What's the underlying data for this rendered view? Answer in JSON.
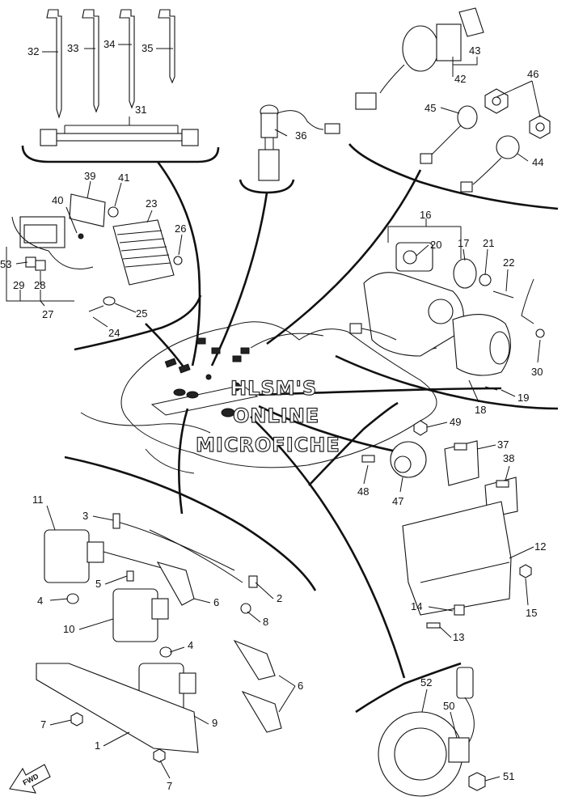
{
  "watermark": {
    "line1": "HLSM'S",
    "line2": "ONLINE",
    "line3": "MICROFICHE"
  },
  "fwd_label": "FWD",
  "callouts": [
    {
      "id": "c32",
      "text": "32"
    },
    {
      "id": "c33",
      "text": "33"
    },
    {
      "id": "c34",
      "text": "34"
    },
    {
      "id": "c35",
      "text": "35"
    },
    {
      "id": "c31",
      "text": "31"
    },
    {
      "id": "c36",
      "text": "36"
    },
    {
      "id": "c43",
      "text": "43"
    },
    {
      "id": "c42",
      "text": "42"
    },
    {
      "id": "c46",
      "text": "46"
    },
    {
      "id": "c45",
      "text": "45"
    },
    {
      "id": "c44",
      "text": "44"
    },
    {
      "id": "c39",
      "text": "39"
    },
    {
      "id": "c41",
      "text": "41"
    },
    {
      "id": "c40",
      "text": "40"
    },
    {
      "id": "c23",
      "text": "23"
    },
    {
      "id": "c26",
      "text": "26"
    },
    {
      "id": "c53",
      "text": "53"
    },
    {
      "id": "c29",
      "text": "29"
    },
    {
      "id": "c28",
      "text": "28"
    },
    {
      "id": "c27",
      "text": "27"
    },
    {
      "id": "c25",
      "text": "25"
    },
    {
      "id": "c24",
      "text": "24"
    },
    {
      "id": "c16",
      "text": "16"
    },
    {
      "id": "c20",
      "text": "20"
    },
    {
      "id": "c17",
      "text": "17"
    },
    {
      "id": "c21",
      "text": "21"
    },
    {
      "id": "c22",
      "text": "22"
    },
    {
      "id": "c30",
      "text": "30"
    },
    {
      "id": "c19",
      "text": "19"
    },
    {
      "id": "c18",
      "text": "18"
    },
    {
      "id": "c49",
      "text": "49"
    },
    {
      "id": "c37",
      "text": "37"
    },
    {
      "id": "c38",
      "text": "38"
    },
    {
      "id": "c48",
      "text": "48"
    },
    {
      "id": "c47",
      "text": "47"
    },
    {
      "id": "c12",
      "text": "12"
    },
    {
      "id": "c14",
      "text": "14"
    },
    {
      "id": "c15",
      "text": "15"
    },
    {
      "id": "c13",
      "text": "13"
    },
    {
      "id": "c11",
      "text": "11"
    },
    {
      "id": "c3",
      "text": "3"
    },
    {
      "id": "c5",
      "text": "5"
    },
    {
      "id": "c2",
      "text": "2"
    },
    {
      "id": "c4a",
      "text": "4"
    },
    {
      "id": "c6a",
      "text": "6"
    },
    {
      "id": "c10",
      "text": "10"
    },
    {
      "id": "c8",
      "text": "8"
    },
    {
      "id": "c4b",
      "text": "4"
    },
    {
      "id": "c6b",
      "text": "6"
    },
    {
      "id": "c7a",
      "text": "7"
    },
    {
      "id": "c9",
      "text": "9"
    },
    {
      "id": "c1",
      "text": "1"
    },
    {
      "id": "c7b",
      "text": "7"
    },
    {
      "id": "c52",
      "text": "52"
    },
    {
      "id": "c50",
      "text": "50"
    },
    {
      "id": "c51",
      "text": "51"
    }
  ]
}
